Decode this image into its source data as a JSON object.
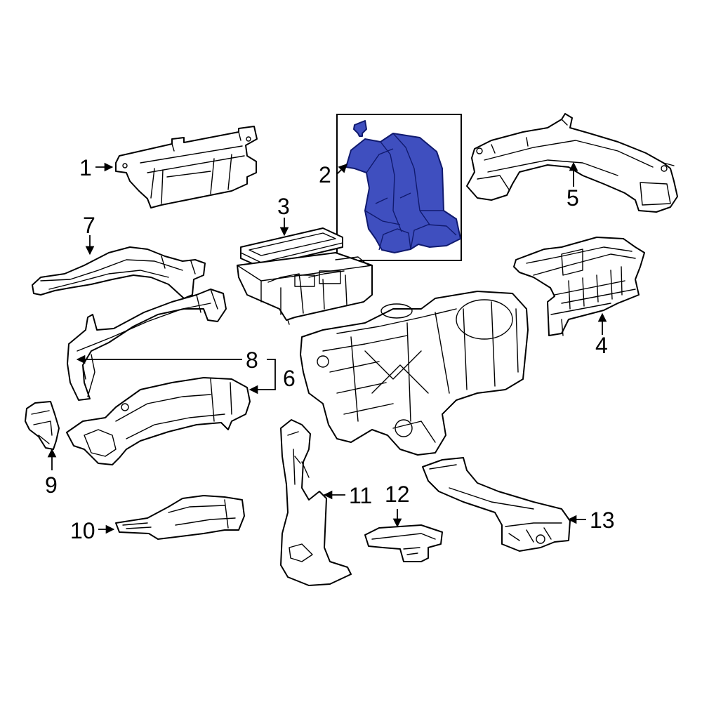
{
  "colors": {
    "highlight_fill": "#3f4fbf",
    "highlight_stroke": "#101a6e",
    "line": "#000000",
    "background": "#ffffff"
  },
  "highlighted_part": "2",
  "callouts": {
    "c1": "1",
    "c2": "2",
    "c3": "3",
    "c4": "4",
    "c5": "5",
    "c6": "6",
    "c7": "7",
    "c8": "8",
    "c9": "9",
    "c10": "10",
    "c11": "11",
    "c12": "12",
    "c13": "13"
  }
}
